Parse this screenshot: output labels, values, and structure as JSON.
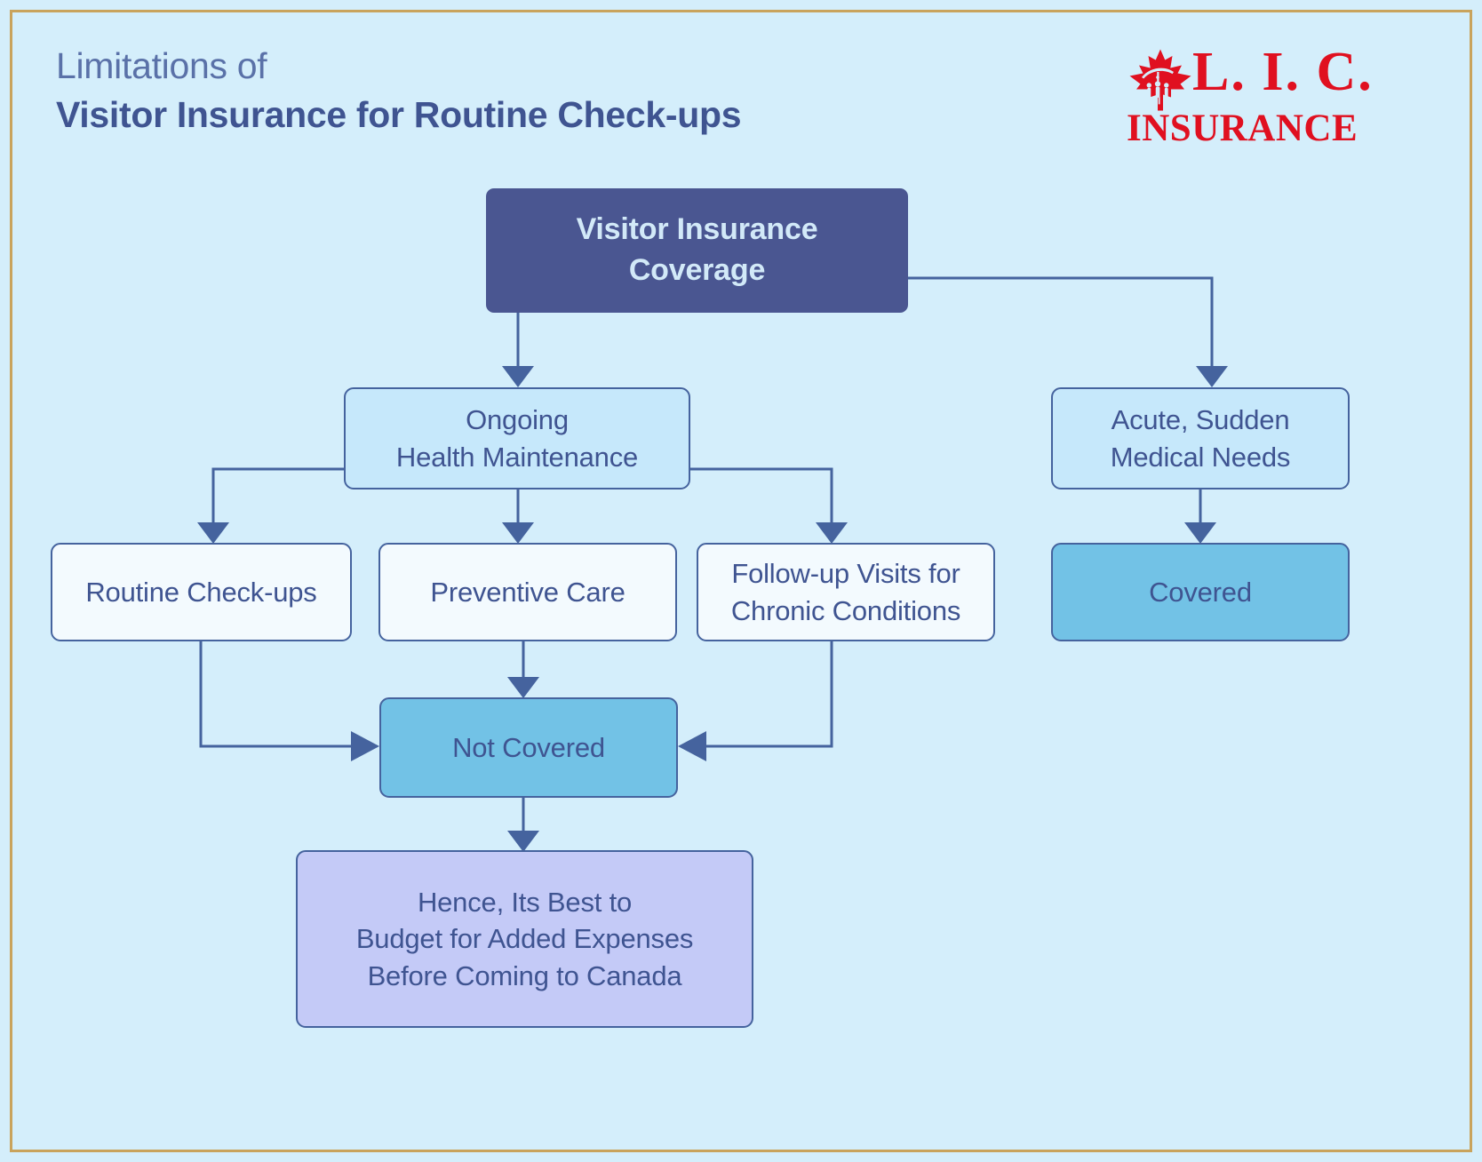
{
  "page": {
    "background_color": "#d4eefb",
    "frame_color": "#c9a35c"
  },
  "header": {
    "title_line1": "Limitations of",
    "title_line2": "Visitor Insurance for Routine Check-ups",
    "title_color_line1": "#5a71a8",
    "title_color_line2": "#3f5491"
  },
  "logo": {
    "mark_name": "maple-leaf-family-umbrella",
    "wordmark": "L. I. C.",
    "subtext": "INSURANCE",
    "color": "#e01020"
  },
  "diagram": {
    "type": "flowchart",
    "nodes": [
      {
        "id": "root",
        "label": "Visitor Insurance\nCoverage",
        "line1": "Visitor Insurance",
        "line2": "Coverage",
        "style": "root",
        "fill": "#4a5691",
        "text_color": "#d2e9f8"
      },
      {
        "id": "ongoing",
        "label": "Ongoing\nHealth Maintenance",
        "line1": "Ongoing",
        "line2": "Health Maintenance",
        "style": "lightblue",
        "fill": "#c6e8fb",
        "text_color": "#3f5491"
      },
      {
        "id": "acute",
        "label": "Acute, Sudden\nMedical Needs",
        "line1": "Acute, Sudden",
        "line2": "Medical Needs",
        "style": "lightblue",
        "fill": "#c6e8fb",
        "text_color": "#3f5491"
      },
      {
        "id": "routine",
        "label": "Routine Check-ups",
        "line1": "Routine Check-ups",
        "line2": "",
        "style": "white",
        "fill": "#f3fafe",
        "text_color": "#3f5491"
      },
      {
        "id": "preventive",
        "label": "Preventive Care",
        "line1": "Preventive Care",
        "line2": "",
        "style": "white",
        "fill": "#f3fafe",
        "text_color": "#3f5491"
      },
      {
        "id": "followup",
        "label": "Follow-up Visits for\nChronic Conditions",
        "line1": "Follow-up Visits for",
        "line2": "Chronic Conditions",
        "style": "white",
        "fill": "#f3fafe",
        "text_color": "#3f5491"
      },
      {
        "id": "covered",
        "label": "Covered",
        "line1": "Covered",
        "line2": "",
        "style": "midblue",
        "fill": "#72c2e6",
        "text_color": "#3f5491"
      },
      {
        "id": "notcovered",
        "label": "Not Covered",
        "line1": "Not Covered",
        "line2": "",
        "style": "midblue",
        "fill": "#72c2e6",
        "text_color": "#3f5491"
      },
      {
        "id": "conclusion",
        "label": "Hence, Its Best to\nBudget for Added Expenses\nBefore Coming to Canada",
        "line1": "Hence, Its Best to",
        "line2": "Budget for Added Expenses",
        "line3": "Before Coming to Canada",
        "style": "lavender",
        "fill": "#c4caf7",
        "text_color": "#3f5491"
      }
    ],
    "edges": [
      {
        "from": "root",
        "to": "ongoing"
      },
      {
        "from": "root",
        "to": "acute"
      },
      {
        "from": "ongoing",
        "to": "routine"
      },
      {
        "from": "ongoing",
        "to": "preventive"
      },
      {
        "from": "ongoing",
        "to": "followup"
      },
      {
        "from": "acute",
        "to": "covered"
      },
      {
        "from": "routine",
        "to": "notcovered"
      },
      {
        "from": "preventive",
        "to": "notcovered"
      },
      {
        "from": "followup",
        "to": "notcovered"
      },
      {
        "from": "notcovered",
        "to": "conclusion"
      }
    ],
    "connector_color": "#45639e",
    "arrowhead_color": "#45639e"
  }
}
